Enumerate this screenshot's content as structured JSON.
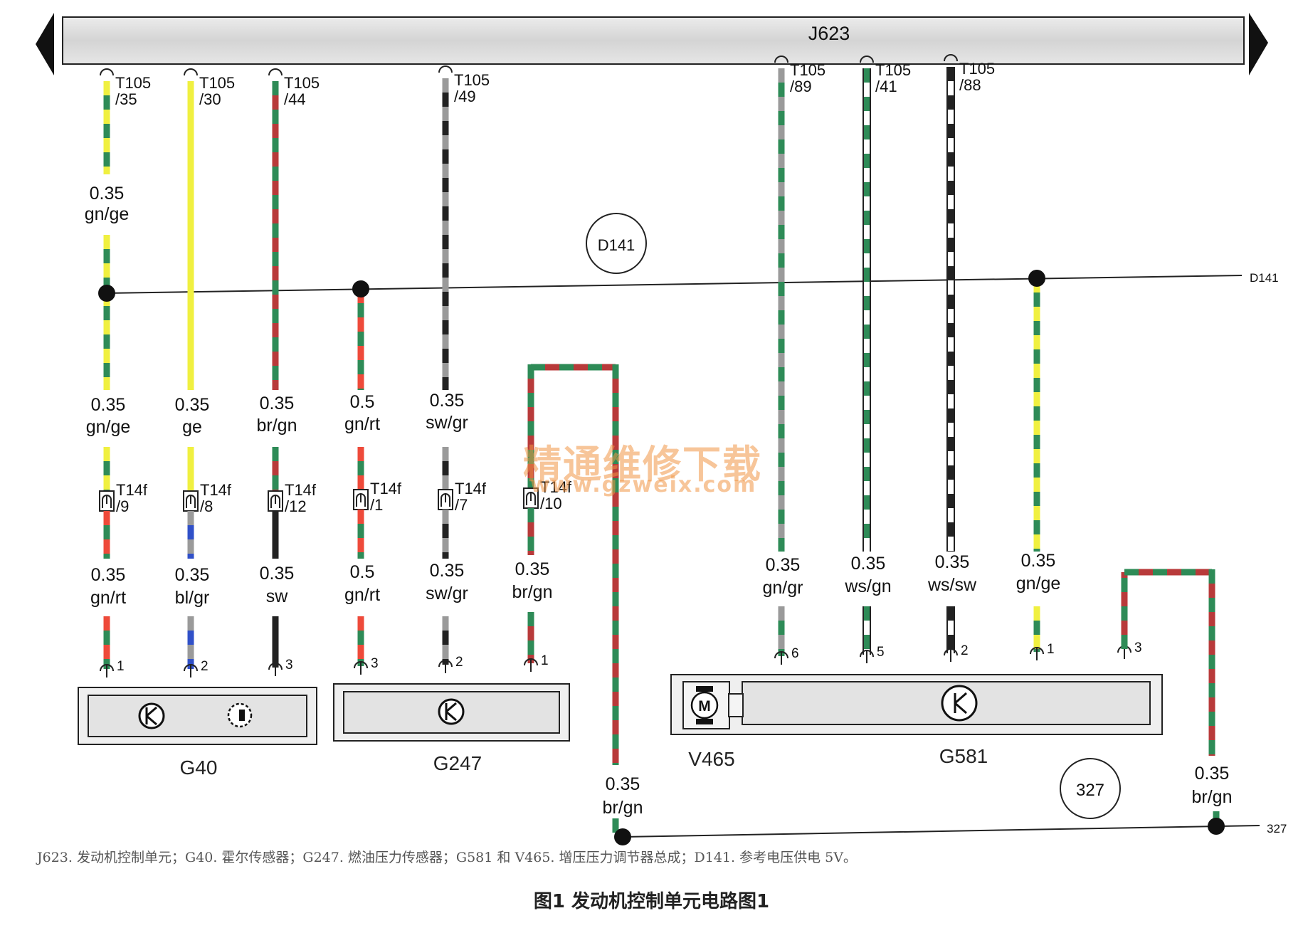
{
  "ecu": {
    "name": "J623"
  },
  "bus_labels": {
    "d141_bubble": "D141",
    "d141_end": "D141",
    "g327_bubble": "327",
    "g327_end": "327"
  },
  "colors": {
    "gn": "#2e8b57",
    "ge": "#f0f040",
    "br": "#b83a3a",
    "rt": "#ee4a3a",
    "sw": "#222222",
    "gr": "#9a9a9a",
    "bl": "#3050c8",
    "ws": "#ffffff"
  },
  "wires": [
    {
      "id": "w35",
      "pin_top": "T105\n/35",
      "gauge1": "0.35",
      "color1": "gn/ge",
      "gauge2": "0.35",
      "color2": "gn/ge",
      "conn": "T14f\n/9",
      "gauge3": "0.35",
      "color3": "gn/rt",
      "pin_bottom": "1"
    },
    {
      "id": "w30",
      "pin_top": "T105\n/30",
      "gauge2": "0.35",
      "color2": "ge",
      "conn": "T14f\n/8",
      "gauge3": "0.35",
      "color3": "bl/gr",
      "pin_bottom": "2"
    },
    {
      "id": "w44",
      "pin_top": "T105\n/44",
      "gauge2": "0.35",
      "color2": "br/gn",
      "conn": "T14f\n/12",
      "gauge3": "0.35",
      "color3": "sw",
      "pin_bottom": "3"
    },
    {
      "id": "wd",
      "gauge2": "0.5",
      "color2": "gn/rt",
      "conn": "T14f\n/1",
      "gauge3": "0.5",
      "color3": "gn/rt",
      "pin_bottom": "3"
    },
    {
      "id": "w49",
      "pin_top": "T105\n/49",
      "gauge2": "0.35",
      "color2": "sw/gr",
      "conn": "T14f\n/7",
      "gauge3": "0.35",
      "color3": "sw/gr",
      "pin_bottom": "2"
    },
    {
      "id": "wloop",
      "conn": "T14f\n/10",
      "gauge3": "0.35",
      "color3": "br/gn",
      "pin_bottom": "1",
      "gauge4": "0.35",
      "color4": "br/gn"
    },
    {
      "id": "w89",
      "pin_top": "T105\n/89",
      "gauge3": "0.35",
      "color3": "gn/gr",
      "pin_bottom": "6"
    },
    {
      "id": "w41",
      "pin_top": "T105\n/41",
      "gauge3": "0.35",
      "color3": "ws/gn",
      "pin_bottom": "5"
    },
    {
      "id": "w88",
      "pin_top": "T105\n/88",
      "gauge3": "0.35",
      "color3": "ws/sw",
      "pin_bottom": "2"
    },
    {
      "id": "wd2",
      "gauge3": "0.35",
      "color3": "gn/ge",
      "pin_bottom": "1"
    },
    {
      "id": "wloop2",
      "pin_bottom": "3",
      "gauge4": "0.35",
      "color4": "br/gn"
    }
  ],
  "components": [
    {
      "id": "G40",
      "label": "G40"
    },
    {
      "id": "G247",
      "label": "G247"
    },
    {
      "id": "V465",
      "label": "V465",
      "motor_symbol": "M"
    },
    {
      "id": "G581",
      "label": "G581"
    }
  ],
  "legend": "J623. 发动机控制单元；G40. 霍尔传感器；G247. 燃油压力传感器；G581 和 V465. 增压压力调节器总成；D141. 参考电压供电 5V。",
  "caption": "图1 发动机控制单元电路图1",
  "watermark": {
    "text": "精通维修下载",
    "url": "www.gzweix.com"
  }
}
